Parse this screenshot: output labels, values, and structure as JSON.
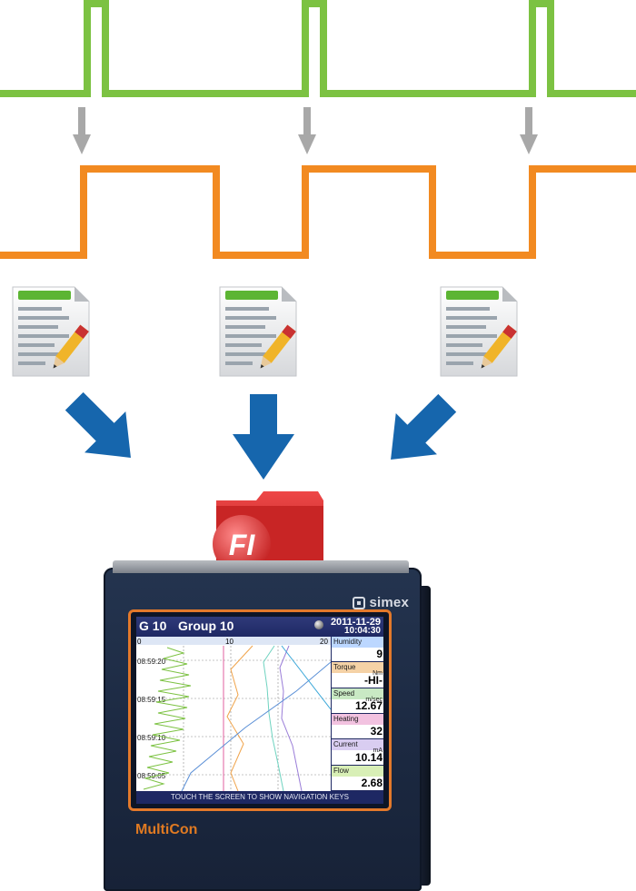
{
  "device": {
    "brand": "simex",
    "model": "MultiCon",
    "screen": {
      "group_id": "G 10",
      "group_name": "Group 10",
      "date": "2011-11-29",
      "time": "10:04:30",
      "scale_ticks": [
        "0",
        "10",
        "20"
      ],
      "time_labels": [
        "08:59:20",
        "08:59:15",
        "08:59:10",
        "08:59:05"
      ],
      "footer": "TOUCH THE SCREEN TO SHOW NAVIGATION KEYS",
      "channels": [
        {
          "name": "Humidity",
          "unit": "",
          "value": "9",
          "color": "#bcd7ff"
        },
        {
          "name": "Torque",
          "unit": "Nm",
          "value": "-HI-",
          "color": "#f5d2a6"
        },
        {
          "name": "Speed",
          "unit": "m/sec",
          "value": "12.67",
          "color": "#c9e9c4"
        },
        {
          "name": "Heating",
          "unit": "",
          "value": "32",
          "color": "#f2c2e0"
        },
        {
          "name": "Current",
          "unit": "mA",
          "value": "10.14",
          "color": "#d9cdf1"
        },
        {
          "name": "Flow",
          "unit": "",
          "value": "2.68",
          "color": "#d8efb6"
        }
      ]
    }
  },
  "folder": {
    "label": "FI"
  },
  "colors": {
    "green_signal": "#7cc242",
    "orange_signal": "#f28a21",
    "down_arrow": "#a8a8a8",
    "blue_arrow": "#1666ad",
    "folder_red": "#d42a2a"
  }
}
